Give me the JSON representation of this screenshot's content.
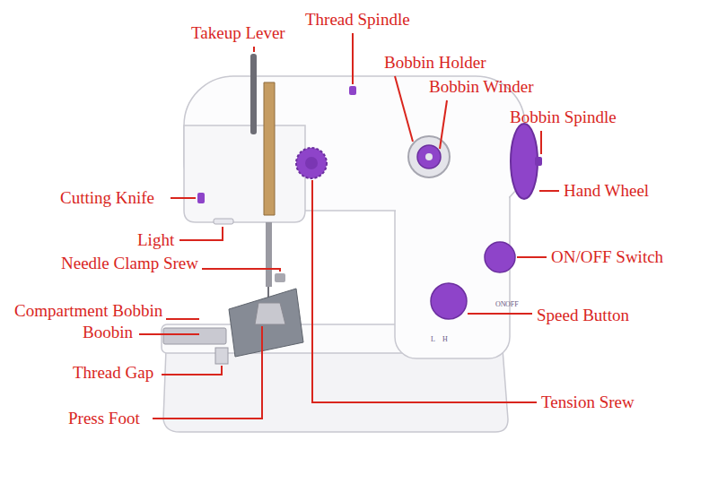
{
  "diagram": {
    "labels": [
      "Takeup Lever",
      "Thread Spindle",
      "Bobbin Holder",
      "Bobbin Winder",
      "Bobbin Spindle",
      "Hand Wheel",
      "Cutting Knife",
      "Light",
      "ON/OFF Switch",
      "Needle Clamp Srew",
      "Compartment Bobbin",
      "Boobin",
      "Speed Button",
      "Thread Gap",
      "Tension Srew",
      "Press Foot",
      "ON",
      "OFF",
      "L",
      "H"
    ]
  }
}
